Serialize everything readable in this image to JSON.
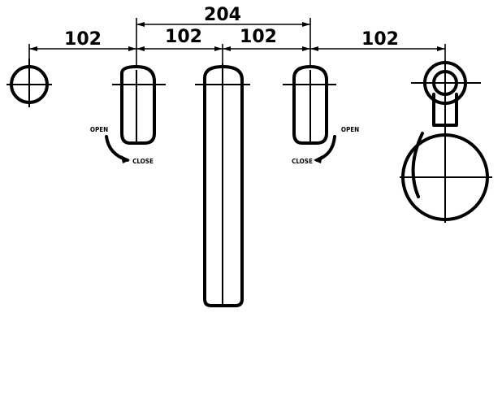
{
  "dimensions": {
    "overall_top": "204",
    "left_outer": "102",
    "left_inner": "102",
    "right_inner": "102",
    "right_outer": "102"
  },
  "labels": {
    "left_open": "OPEN",
    "left_close": "CLOSE",
    "right_open": "OPEN",
    "right_close": "CLOSE"
  }
}
